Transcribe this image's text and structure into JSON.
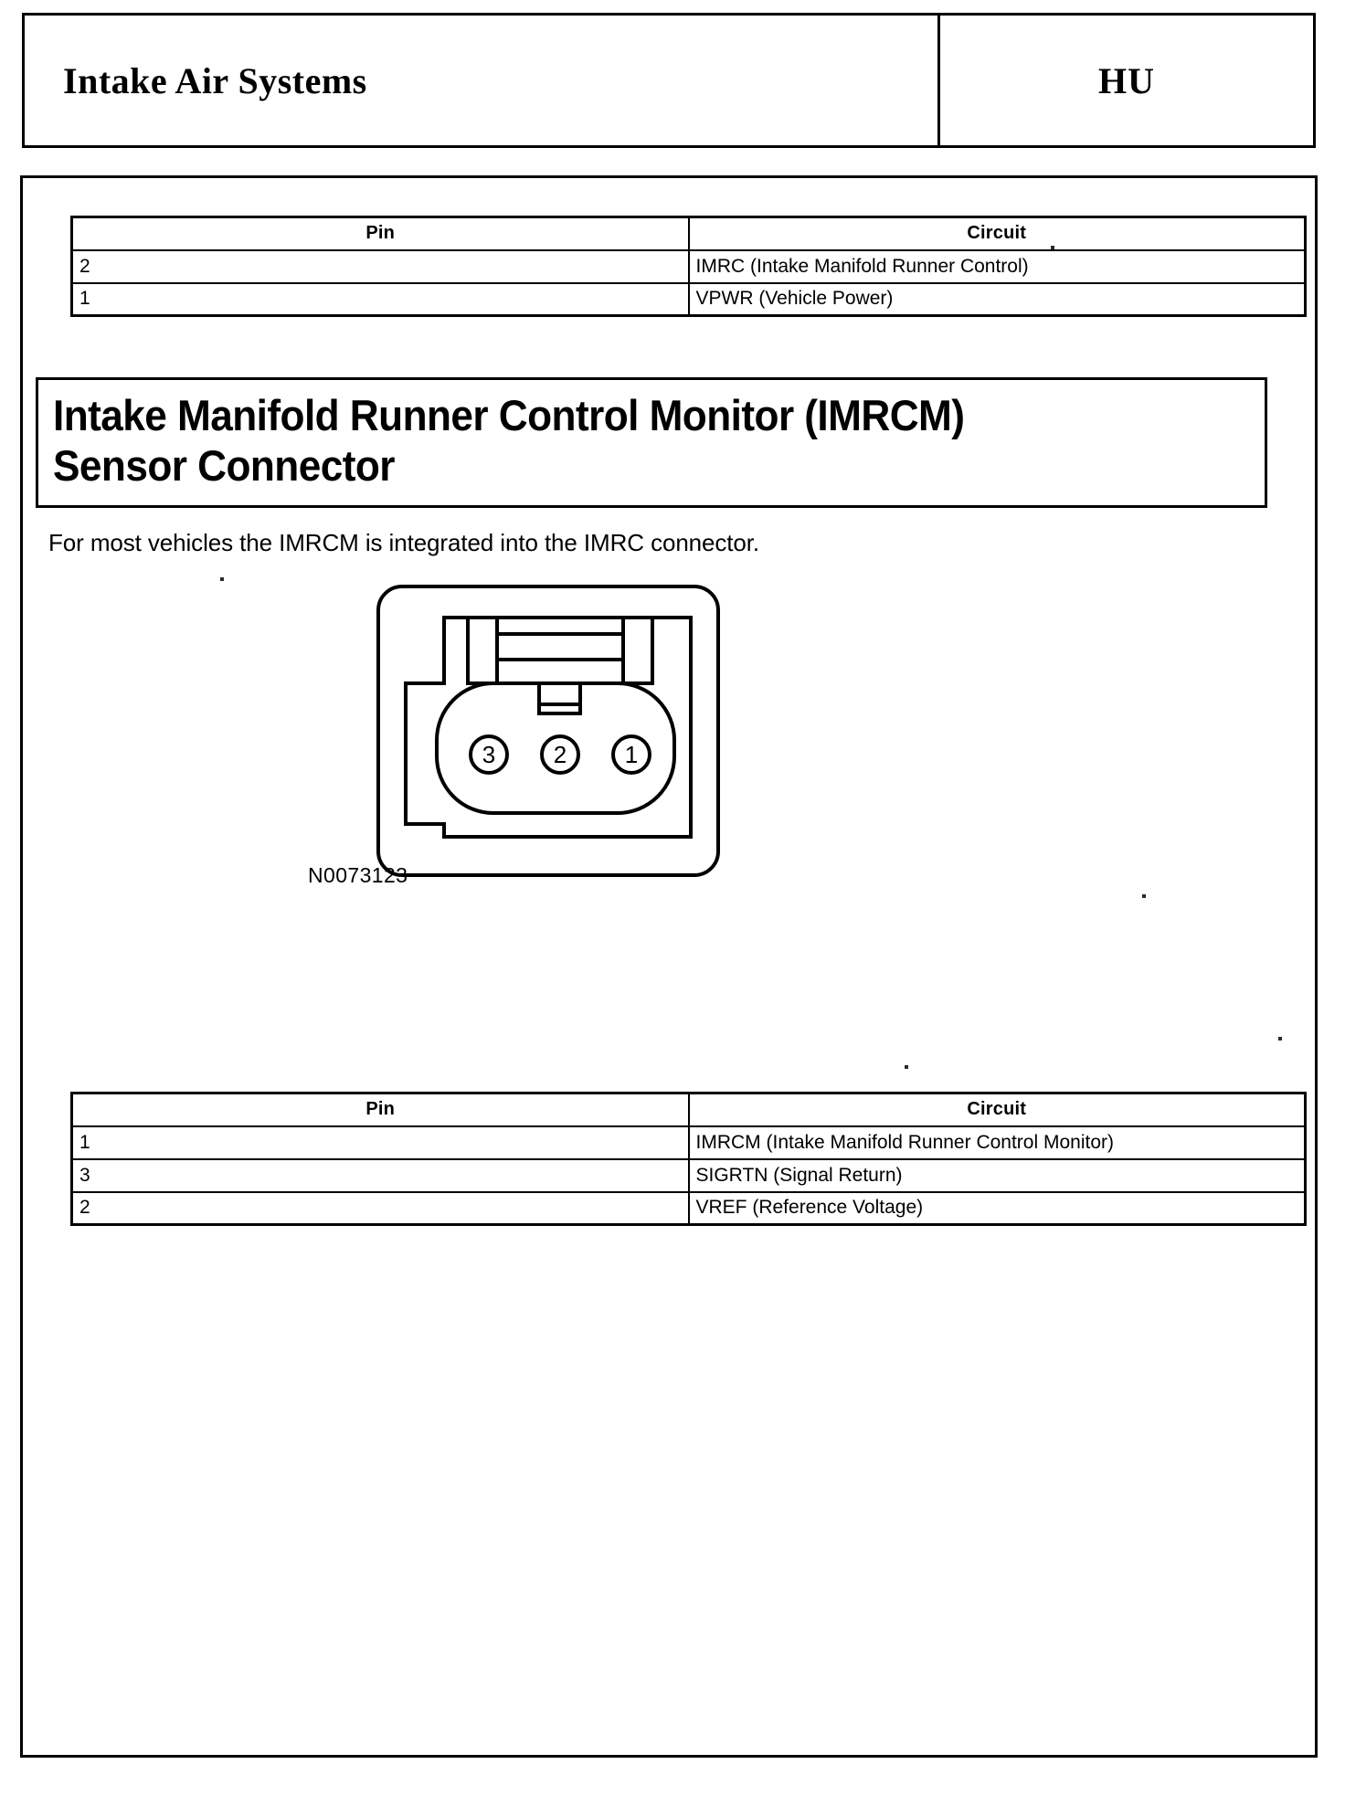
{
  "header": {
    "title": "Intake Air Systems",
    "code": "HU"
  },
  "tables": {
    "columns": [
      "Pin",
      "Circuit"
    ],
    "imrc_connector": {
      "rows": [
        {
          "pin": "2",
          "circuit": "IMRC (Intake Manifold Runner Control)"
        },
        {
          "pin": "1",
          "circuit": "VPWR (Vehicle Power)"
        }
      ]
    },
    "imrcm_connector": {
      "rows": [
        {
          "pin": "1",
          "circuit": "IMRCM (Intake Manifold Runner Control Monitor)"
        },
        {
          "pin": "3",
          "circuit": "SIGRTN (Signal Return)"
        },
        {
          "pin": "2",
          "circuit": "VREF (Reference Voltage)"
        }
      ]
    }
  },
  "section": {
    "heading_line1": "Intake Manifold Runner Control Monitor (IMRCM)",
    "heading_line2": "Sensor Connector",
    "intro": "For most vehicles the IMRCM is integrated into the IMRC connector."
  },
  "diagram": {
    "figure_id": "N0073123",
    "pin_labels": [
      "3",
      "2",
      "1"
    ]
  },
  "colors": {
    "ink": "#000000",
    "paper": "#ffffff"
  }
}
